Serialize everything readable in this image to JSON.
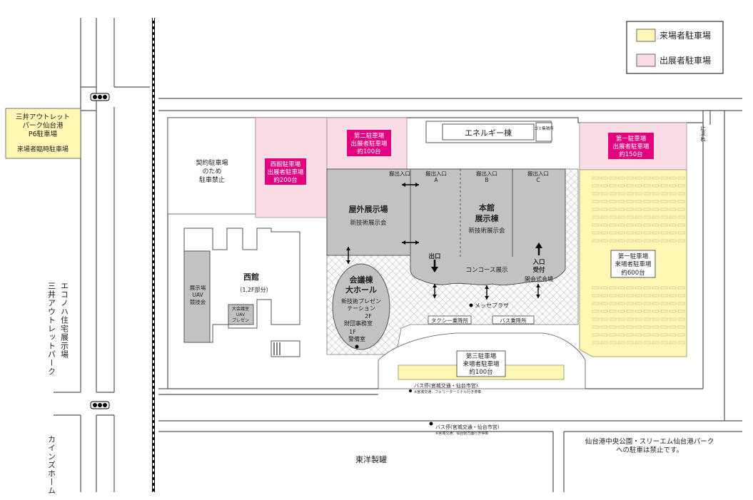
{
  "legend": {
    "visitor_parking": "来場者駐車場",
    "exhibitor_parking": "出展者駐車場",
    "visitor_color": "#fff7b3",
    "exhibitor_color": "#f9dde4"
  },
  "outlet_box": {
    "line1": "三井アウトレット",
    "line2": "パーク仙台港",
    "line3": "P6駐車場",
    "line4": "来場者臨時駐車場"
  },
  "side_labels": {
    "econoha": "エコノハ住宅展示場",
    "mitsui_outlet": "三井アウトレットパーク",
    "cainz": "カインズホーム",
    "one_way": "止まれ",
    "toyo": "東洋製罐",
    "notice_line1": "仙台港中央公園・スリーエム仙台港パーク",
    "notice_line2": "への駐車は禁止です。"
  },
  "energy": {
    "name": "エネルギー棟",
    "gomi": "ゴミ集積所"
  },
  "contract_parking": {
    "line1": "契約駐車場",
    "line2": "のため",
    "line3": "駐車禁止"
  },
  "nishi_parking": {
    "line1": "西館駐車場",
    "line2": "出展者駐車場",
    "line3": "約200台"
  },
  "p2": {
    "line1": "第二駐車場",
    "line2": "出展者駐車場",
    "line3": "約100台"
  },
  "p1_exhibitor": {
    "line1": "第一駐車場",
    "line2": "出展者駐車場",
    "line3": "約150台"
  },
  "p1_visitor": {
    "line1": "第一駐車場",
    "line2": "来場者駐車場",
    "line3": "約600台"
  },
  "p3": {
    "line1": "第三駐車場",
    "line2": "来場者駐車場",
    "line3": "約100台"
  },
  "outdoor": {
    "name": "屋外展示場",
    "sub": "新技術展示会"
  },
  "honkan": {
    "line1": "本館",
    "line2": "展示棟",
    "sub": "新技術展示会"
  },
  "gates": {
    "west": "搬出入口",
    "a_label": "搬出入口",
    "a": "A",
    "b_label": "搬出入口",
    "b": "B",
    "c_label": "搬出入口",
    "c": "C"
  },
  "exit": "出口",
  "entrance": {
    "line1": "入口",
    "line2": "受付"
  },
  "concourse": "コンコース展示",
  "opening": "開会式会場",
  "messe_plaza": "メッセプラザ",
  "taxi": "タクシー乗降所",
  "bus_stop": "バス乗降所",
  "conference": {
    "line1": "会議棟",
    "line2": "大ホール",
    "line3": "新技術プレゼン",
    "line4": "テーション",
    "floor2": "2F",
    "office": "財団事務室",
    "floor1": "1F",
    "security": "警備室"
  },
  "nishikan": {
    "name": "西館",
    "floors": "（1,2F部分）",
    "uav_line1": "展示場",
    "uav_line2": "UAV",
    "uav_line3": "競技会",
    "meeting_line1": "大会議室",
    "meeting_line2": "UAV",
    "meeting_line3": "プレゼン"
  },
  "bus_upper": {
    "line1": "バス停(宮城交通・仙台市営)",
    "line2": "※宮城交通：フェリーターミナル行き停車"
  },
  "bus_lower": {
    "line1": "バス停(宮城交通・仙台市営)",
    "line2": "※宮城交通：仙台駅方面行き停車"
  }
}
